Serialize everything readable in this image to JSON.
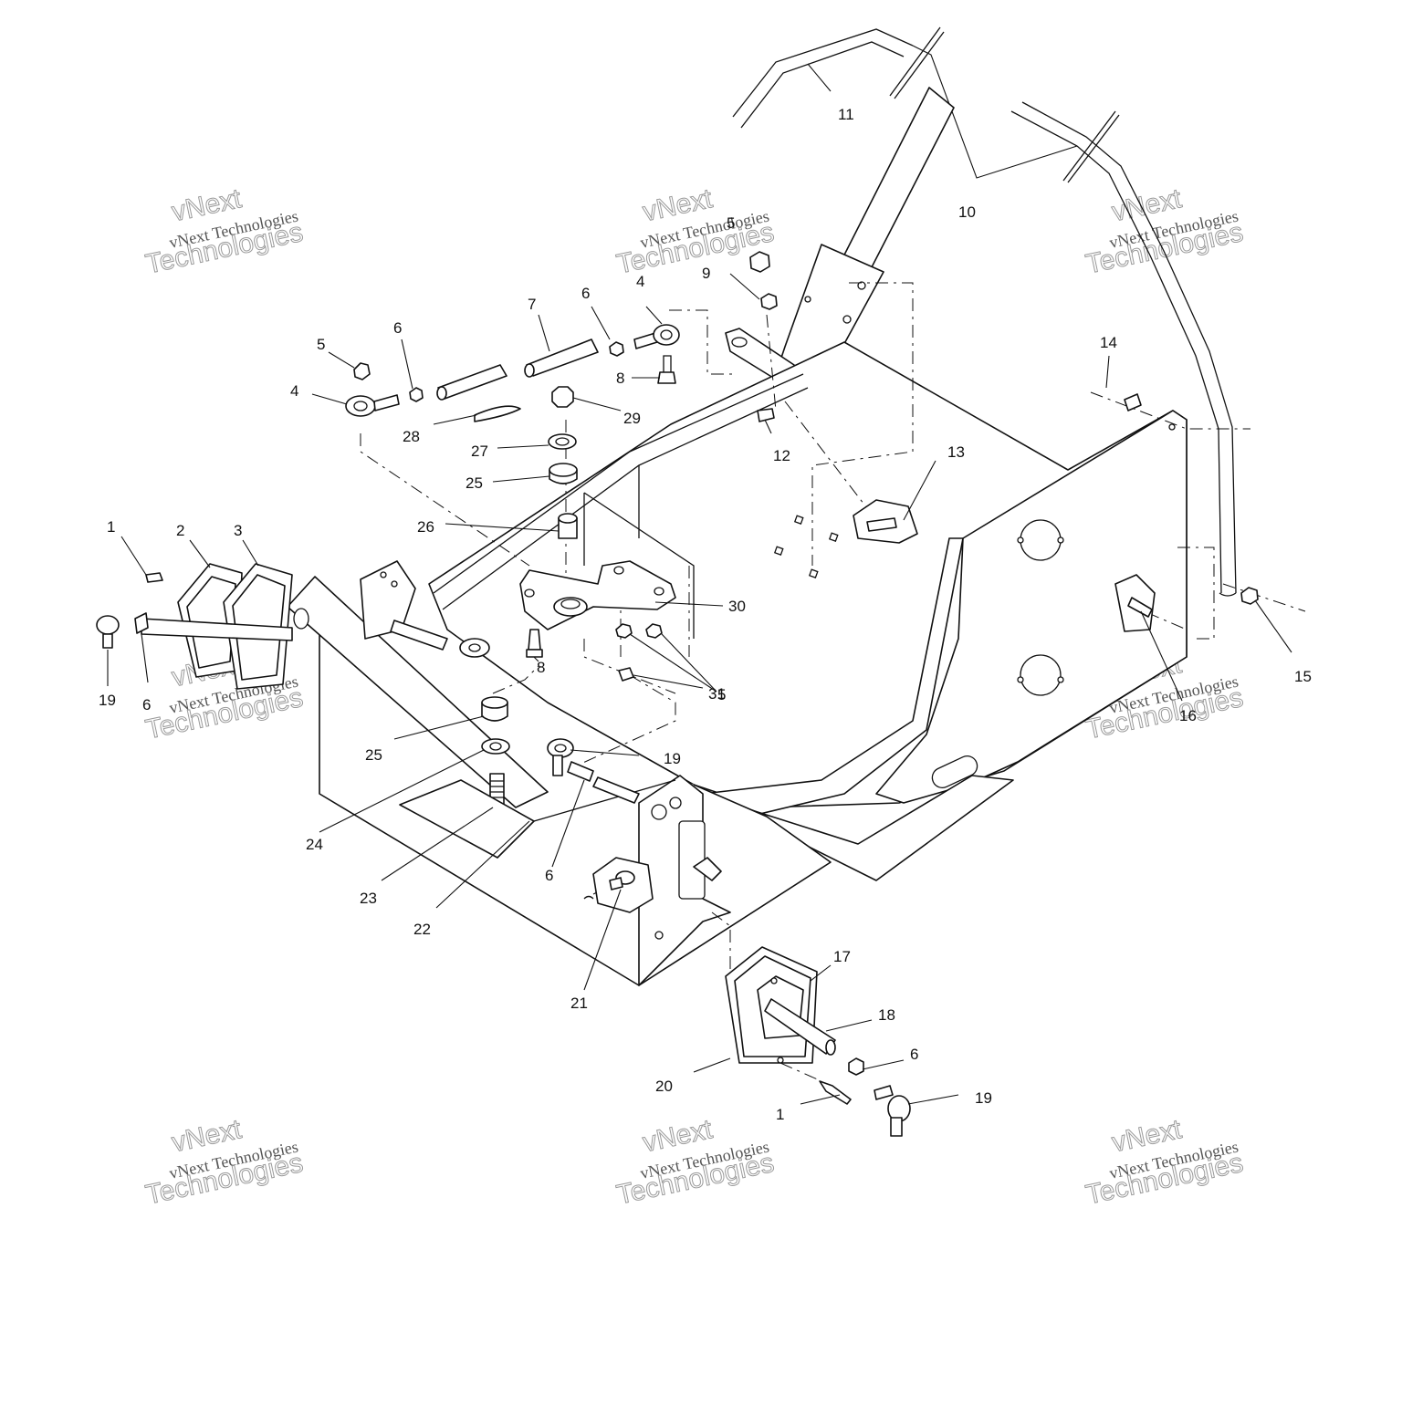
{
  "watermark": {
    "brand": "vNext",
    "company": "vNext Technologies",
    "word": "Technologies"
  },
  "callouts": [
    {
      "id": "c1a",
      "label": "1"
    },
    {
      "id": "c1b",
      "label": "1"
    },
    {
      "id": "c2",
      "label": "2"
    },
    {
      "id": "c3",
      "label": "3"
    },
    {
      "id": "c4a",
      "label": "4"
    },
    {
      "id": "c4b",
      "label": "4"
    },
    {
      "id": "c5a",
      "label": "5"
    },
    {
      "id": "c5b",
      "label": "5"
    },
    {
      "id": "c5c",
      "label": "5"
    },
    {
      "id": "c6a",
      "label": "6"
    },
    {
      "id": "c6b",
      "label": "6"
    },
    {
      "id": "c6c",
      "label": "6"
    },
    {
      "id": "c6d",
      "label": "6"
    },
    {
      "id": "c6e",
      "label": "6"
    },
    {
      "id": "c7",
      "label": "7"
    },
    {
      "id": "c8a",
      "label": "8"
    },
    {
      "id": "c8b",
      "label": "8"
    },
    {
      "id": "c9",
      "label": "9"
    },
    {
      "id": "c10",
      "label": "10"
    },
    {
      "id": "c11",
      "label": "11"
    },
    {
      "id": "c12",
      "label": "12"
    },
    {
      "id": "c13",
      "label": "13"
    },
    {
      "id": "c14",
      "label": "14"
    },
    {
      "id": "c15",
      "label": "15"
    },
    {
      "id": "c16",
      "label": "16"
    },
    {
      "id": "c17",
      "label": "17"
    },
    {
      "id": "c18",
      "label": "18"
    },
    {
      "id": "c19a",
      "label": "19"
    },
    {
      "id": "c19b",
      "label": "19"
    },
    {
      "id": "c19c",
      "label": "19"
    },
    {
      "id": "c20",
      "label": "20"
    },
    {
      "id": "c21",
      "label": "21"
    },
    {
      "id": "c22",
      "label": "22"
    },
    {
      "id": "c23",
      "label": "23"
    },
    {
      "id": "c24",
      "label": "24"
    },
    {
      "id": "c25a",
      "label": "25"
    },
    {
      "id": "c25b",
      "label": "25"
    },
    {
      "id": "c26",
      "label": "26"
    },
    {
      "id": "c27",
      "label": "27"
    },
    {
      "id": "c28",
      "label": "28"
    },
    {
      "id": "c29",
      "label": "29"
    },
    {
      "id": "c30",
      "label": "30"
    },
    {
      "id": "c31",
      "label": "31"
    }
  ]
}
